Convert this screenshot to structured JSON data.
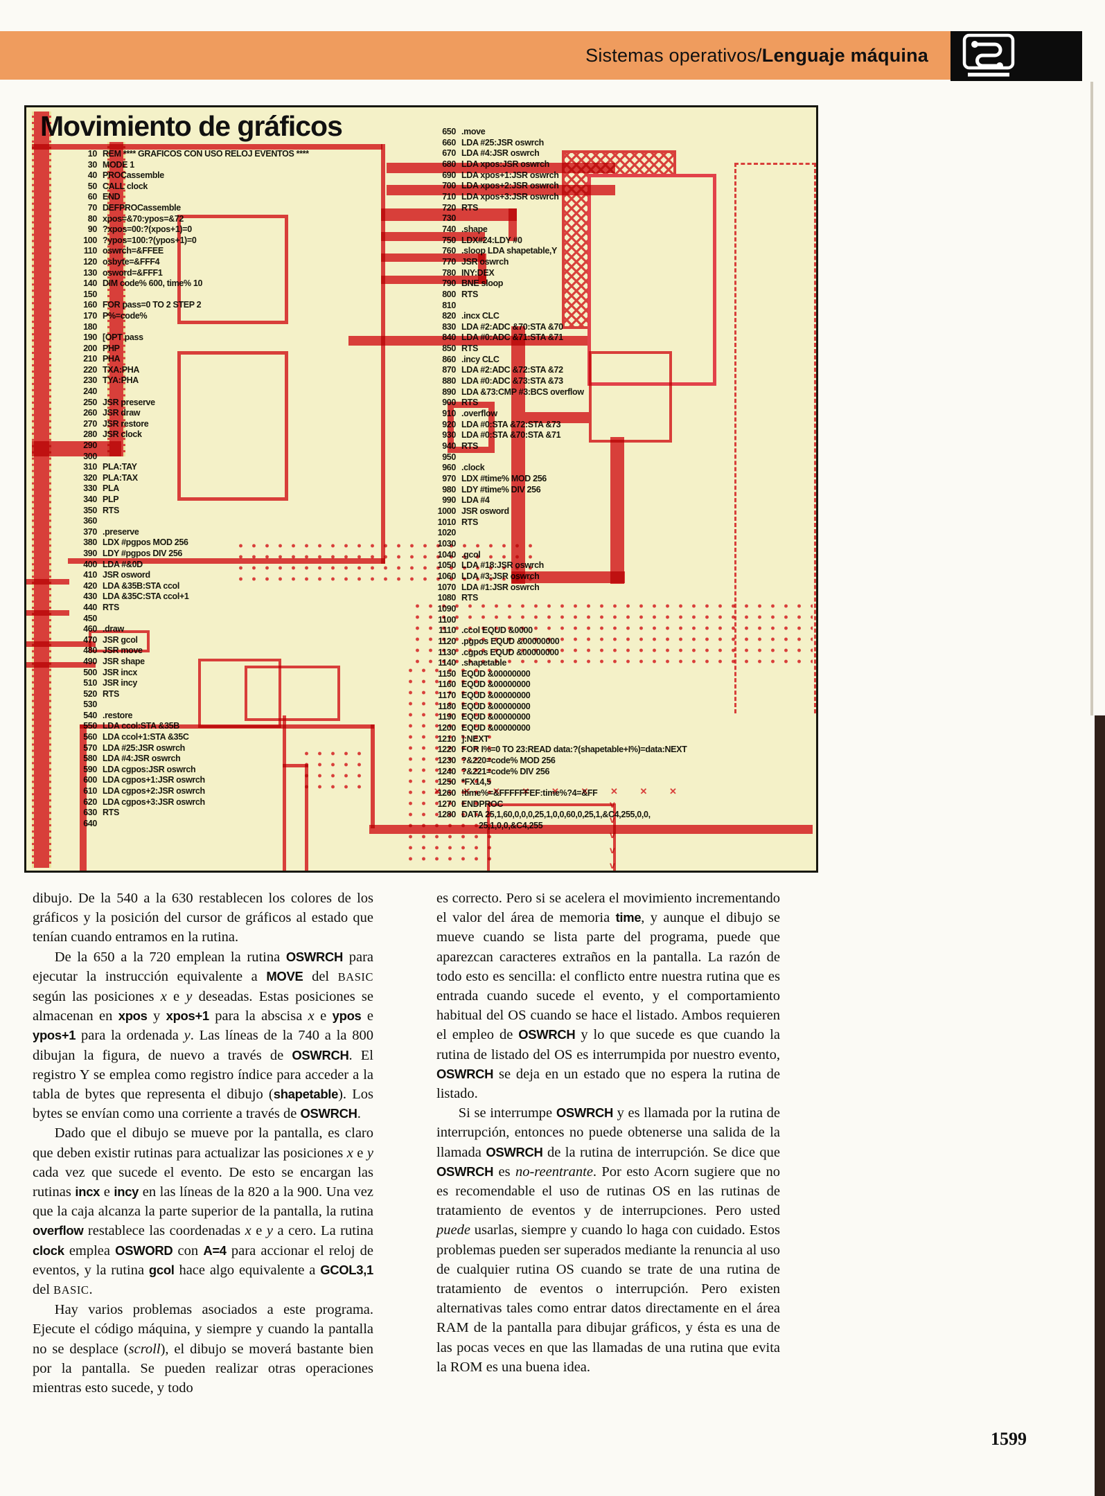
{
  "page": {
    "number": "1599"
  },
  "header": {
    "section_regular": "Sistemas operativos/",
    "section_bold": "Lenguaje máquina",
    "icon": "route-icon"
  },
  "listing": {
    "title": "Movimiento de gráficos",
    "left_lines": [
      [
        "10",
        "REM **** GRAFICOS CON USO RELOJ EVENTOS ****"
      ],
      [
        "30",
        "MODE 1"
      ],
      [
        "40",
        "PROCassemble"
      ],
      [
        "50",
        "CALL clock"
      ],
      [
        "60",
        "END"
      ],
      [
        "70",
        "DEFPROCassemble"
      ],
      [
        "80",
        "xpos=&70:ypos=&72"
      ],
      [
        "90",
        "?xpos=00:?(xpos+1)=0"
      ],
      [
        "100",
        "?ypos=100:?(ypos+1)=0"
      ],
      [
        "110",
        "oswrch=&FFEE"
      ],
      [
        "120",
        "osbyte=&FFF4"
      ],
      [
        "130",
        "osword=&FFF1"
      ],
      [
        "140",
        "DIM code% 600, time% 10"
      ],
      [
        "150",
        ""
      ],
      [
        "160",
        "FOR pass=0 TO 2 STEP 2"
      ],
      [
        "170",
        "P%=code%"
      ],
      [
        "180",
        ""
      ],
      [
        "190",
        "[OPT pass"
      ],
      [
        "200",
        "PHP"
      ],
      [
        "210",
        "PHA"
      ],
      [
        "220",
        "TXA:PHA"
      ],
      [
        "230",
        "TYA:PHA"
      ],
      [
        "240",
        ""
      ],
      [
        "250",
        "JSR preserve"
      ],
      [
        "260",
        "JSR draw"
      ],
      [
        "270",
        "JSR restore"
      ],
      [
        "280",
        "JSR clock"
      ],
      [
        "290",
        ""
      ],
      [
        "300",
        ""
      ],
      [
        "310",
        "PLA:TAY"
      ],
      [
        "320",
        "PLA:TAX"
      ],
      [
        "330",
        "PLA"
      ],
      [
        "340",
        "PLP"
      ],
      [
        "350",
        "RTS"
      ],
      [
        "360",
        ""
      ],
      [
        "370",
        ".preserve"
      ],
      [
        "380",
        "LDX #pgpos MOD 256"
      ],
      [
        "390",
        "LDY #pgpos DIV 256"
      ],
      [
        "400",
        "LDA #&0D"
      ],
      [
        "410",
        "JSR osword"
      ],
      [
        "420",
        "LDA &35B:STA ccol"
      ],
      [
        "430",
        "LDA &35C:STA ccol+1"
      ],
      [
        "440",
        "RTS"
      ],
      [
        "450",
        ""
      ],
      [
        "460",
        ".draw"
      ],
      [
        "470",
        "JSR gcol"
      ],
      [
        "480",
        "JSR move"
      ],
      [
        "490",
        "JSR shape"
      ],
      [
        "500",
        "JSR incx"
      ],
      [
        "510",
        "JSR incy"
      ],
      [
        "520",
        "RTS"
      ],
      [
        "530",
        ""
      ],
      [
        "540",
        ".restore"
      ],
      [
        "550",
        "LDA ccol:STA &35B"
      ],
      [
        "560",
        "LDA ccol+1:STA &35C"
      ],
      [
        "570",
        "LDA #25:JSR oswrch"
      ],
      [
        "580",
        "LDA #4:JSR oswrch"
      ],
      [
        "590",
        "LDA cgpos:JSR oswrch"
      ],
      [
        "600",
        "LDA cgpos+1:JSR oswrch"
      ],
      [
        "610",
        "LDA cgpos+2:JSR oswrch"
      ],
      [
        "620",
        "LDA cgpos+3:JSR oswrch"
      ],
      [
        "630",
        "RTS"
      ],
      [
        "640",
        ""
      ]
    ],
    "right_lines": [
      [
        "650",
        ".move"
      ],
      [
        "660",
        "LDA #25:JSR oswrch"
      ],
      [
        "670",
        "LDA #4:JSR oswrch"
      ],
      [
        "680",
        "LDA xpos:JSR oswrch"
      ],
      [
        "690",
        "LDA xpos+1:JSR oswrch"
      ],
      [
        "700",
        "LDA xpos+2:JSR oswrch"
      ],
      [
        "710",
        "LDA xpos+3:JSR oswrch"
      ],
      [
        "720",
        "RTS"
      ],
      [
        "730",
        ""
      ],
      [
        "740",
        ".shape"
      ],
      [
        "750",
        "LDX#24:LDY #0"
      ],
      [
        "760",
        ".sloop LDA shapetable,Y"
      ],
      [
        "770",
        "JSR oswrch"
      ],
      [
        "780",
        "INY:DEX"
      ],
      [
        "790",
        "BNE sloop"
      ],
      [
        "800",
        "RTS"
      ],
      [
        "810",
        ""
      ],
      [
        "820",
        ".incx CLC"
      ],
      [
        "830",
        "LDA #2:ADC &70:STA &70"
      ],
      [
        "840",
        "LDA #0:ADC &71:STA &71"
      ],
      [
        "850",
        "RTS"
      ],
      [
        "860",
        ".incy CLC"
      ],
      [
        "870",
        "LDA #2:ADC &72:STA &72"
      ],
      [
        "880",
        "LDA #0:ADC &73:STA &73"
      ],
      [
        "890",
        "LDA &73:CMP #3:BCS overflow"
      ],
      [
        "900",
        "RTS"
      ],
      [
        "910",
        ".overflow"
      ],
      [
        "920",
        "LDA #0:STA &72:STA &73"
      ],
      [
        "930",
        "LDA #0:STA &70:STA &71"
      ],
      [
        "940",
        "RTS"
      ],
      [
        "950",
        ""
      ],
      [
        "960",
        ".clock"
      ],
      [
        "970",
        "LDX #time% MOD 256"
      ],
      [
        "980",
        "LDY #time% DIV 256"
      ],
      [
        "990",
        "LDA #4"
      ],
      [
        "1000",
        "JSR osword"
      ],
      [
        "1010",
        "RTS"
      ],
      [
        "1020",
        ""
      ],
      [
        "1030",
        ""
      ],
      [
        "1040",
        ".gcol"
      ],
      [
        "1050",
        "LDA #18:JSR oswrch"
      ],
      [
        "1060",
        "LDA #3:JSR oswrch"
      ],
      [
        "1070",
        "LDA #1:JSR oswrch"
      ],
      [
        "1080",
        "RTS"
      ],
      [
        "1090",
        ""
      ],
      [
        "1100",
        ""
      ],
      [
        "1110",
        ".ccol EQUD &0000"
      ],
      [
        "1120",
        ".pgpos EQUD &00000000"
      ],
      [
        "1130",
        ".cgpos EQUD &00000000"
      ],
      [
        "1140",
        ".shapetable"
      ],
      [
        "1150",
        "EQUD &00000000"
      ],
      [
        "1160",
        "EQUD &00000000"
      ],
      [
        "1170",
        "EQUD &00000000"
      ],
      [
        "1180",
        "EQUD &00000000"
      ],
      [
        "1190",
        "EQUD &00000000"
      ],
      [
        "1200",
        "EQUD &00000000"
      ],
      [
        "1210",
        "]:NEXT"
      ],
      [
        "1220",
        "FOR I%=0 TO 23:READ data:?(shapetable+I%)=data:NEXT"
      ],
      [
        "1230",
        "?&220=code% MOD 256"
      ],
      [
        "1240",
        "?&221=code% DIV 256"
      ],
      [
        "1250",
        "*FX14,5"
      ],
      [
        "1260",
        "!time%=&FFFFFFEF:time%?4=&FF"
      ],
      [
        "1270",
        "ENDPROC"
      ],
      [
        "1280",
        "DATA 25,1,60,0,0,0,25,1,0,0,60,0,25,1,&C4,255,0,0,"
      ],
      [
        "",
        "        25,1,0,0,&C4,255"
      ]
    ]
  },
  "article": {
    "col1": [
      {
        "indent": false,
        "html": "dibujo. De la 540 a la 630 restablecen los colores de los gráficos y la posición del cursor de gráficos al estado que tenían cuando entramos en la rutina."
      },
      {
        "indent": true,
        "html": "De la 650 a la 720 emplean la rutina <span class='tt'>OSWRCH</span> para ejecutar la instrucción equivalente a <span class='tt'>MOVE</span> del <span class='sc'>BASIC</span> según las posiciones <i>x</i> e <i>y</i> deseadas. Estas posiciones se almacenan en <span class='tt'>xpos</span> y <span class='tt'>xpos+1</span> para la abscisa <i>x</i> e <span class='tt'>ypos</span> e <span class='tt'>ypos+1</span> para la ordenada <i>y</i>. Las líneas de la 740 a la 800 dibujan la figura, de nuevo a través de <span class='tt'>OSWRCH</span>. El registro Y se emplea como registro índice para acceder a la tabla de bytes que representa el dibujo (<span class='tt'>shapetable</span>). Los bytes se envían como una corriente a través de <span class='tt'>OSWRCH</span>."
      },
      {
        "indent": true,
        "html": "Dado que el dibujo se mueve por la pantalla, es claro que deben existir rutinas para actualizar las posiciones <i>x</i> e <i>y</i> cada vez que sucede el evento. De esto se encargan las rutinas <span class='tt'>incx</span> e <span class='tt'>incy</span> en las líneas de la 820 a la 900. Una vez que la caja alcanza la parte superior de la pantalla, la rutina <span class='tt'>overflow</span> restablece las coordenadas <i>x</i> e <i>y</i> a cero. La rutina <span class='tt'>clock</span> emplea <span class='tt'>OSWORD</span> con <span class='tt'>A=4</span> para accionar el reloj de eventos, y la rutina <span class='tt'>gcol</span> hace algo equivalente a <span class='tt'>GCOL3,1</span> del <span class='sc'>BASIC</span>."
      },
      {
        "indent": true,
        "html": "Hay varios problemas asociados a este programa. Ejecute el código máquina, y siempre y cuando la pantalla no se desplace (<i>scroll</i>), el dibujo se moverá bastante bien por la pantalla. Se pueden realizar otras operaciones mientras esto sucede, y todo"
      }
    ],
    "col2": [
      {
        "indent": false,
        "html": "es correcto. Pero si se acelera el movimiento incrementando el valor del área de memoria <span class='tt'>time</span>, y aunque el dibujo se mueve cuando se lista parte del programa, puede que aparezcan caracteres extraños en la pantalla. La razón de todo esto es sencilla: el conflicto entre nuestra rutina que es entrada cuando sucede el evento, y el comportamiento habitual del OS cuando se hace el listado. Ambos requieren el empleo de <span class='tt'>OSWRCH</span> y lo que sucede es que cuando la rutina de listado del OS es interrumpida por nuestro evento, <span class='tt'>OSWRCH</span> se deja en un estado que no espera la rutina de listado."
      },
      {
        "indent": true,
        "html": "Si se interrumpe <span class='tt'>OSWRCH</span> y es llamada por la rutina de interrupción, entonces no puede obtenerse una salida de la llamada <span class='tt'>OSWRCH</span> de la rutina de interrupción. Se dice que <span class='tt'>OSWRCH</span> es <i>no-reentrante</i>. Por esto Acorn sugiere que no es recomendable el uso de rutinas OS en las rutinas de tratamiento de eventos y de interrupciones. Pero usted <i>puede</i> usarlas, siempre y cuando lo haga con cuidado. Estos problemas pueden ser superados mediante la renuncia al uso de cualquier rutina OS cuando se trate de una rutina de tratamiento de eventos o interrupción. Pero existen alternativas tales como entrar datos directamente en el área RAM de la pantalla para dibujar gráficos, y ésta es una de las pocas veces en que las llamadas de una rutina que evita la ROM es una buena idea."
      }
    ]
  },
  "decor": {
    "x_marks": "✕ ✕ ✕ ✕ ✕ ✕ ✕ ✕ ✕",
    "v_marks": [
      "v",
      "v",
      "v",
      "v",
      "v"
    ]
  },
  "colors": {
    "accent_red": "#e2424a",
    "header_orange": "#ef9c5e",
    "panel_bg": "#f4f1c8",
    "page_bg": "#fbfaf5"
  }
}
